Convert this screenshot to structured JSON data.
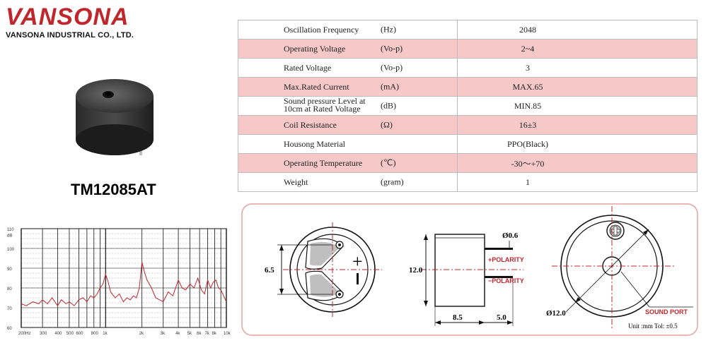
{
  "company": {
    "logo_text": "VANSONA",
    "name": "VANSONA INDUSTRIAL CO., LTD."
  },
  "product": {
    "model": "TM12085AT"
  },
  "specs": [
    {
      "param": "Oscillation Frequency",
      "unit": "(Hz)",
      "value": "2048",
      "highlight": false
    },
    {
      "param": "Operating Voltage",
      "unit": "(Vo-p)",
      "value": "2~4",
      "highlight": true
    },
    {
      "param": "Rated Voltage",
      "unit": "(Vo-p)",
      "value": "3",
      "highlight": false
    },
    {
      "param": "Max.Rated Current",
      "unit": "(mA)",
      "value": "MAX.65",
      "highlight": true
    },
    {
      "param": "Sound pressure Level at 10cm at Rated Voltage",
      "unit": "(dB)",
      "value": "MIN.85",
      "highlight": false
    },
    {
      "param": "Coil Resistance",
      "unit": "(Ω)",
      "value": "16±3",
      "highlight": true
    },
    {
      "param": "Housong Material",
      "unit": "",
      "value": "PPO(Black)",
      "highlight": false
    },
    {
      "param": "Operating Temperature",
      "unit": "(℃)",
      "value": "-30～+70",
      "highlight": true
    },
    {
      "param": "Weight",
      "unit": "(gram)",
      "value": "1",
      "highlight": false
    }
  ],
  "chart_data": {
    "type": "line",
    "x_tick_labels": [
      "200Hz",
      "300",
      "400",
      "500",
      "600",
      "800",
      "1k",
      "2k",
      "3k",
      "4k",
      "5k",
      "6k",
      "7k",
      "8k",
      "10k"
    ],
    "y_tick_labels": [
      "110",
      "dB",
      "100",
      "90",
      "80",
      "70",
      "60"
    ],
    "ylim": [
      60,
      110
    ],
    "series": [
      {
        "color": "#c0272d",
        "x": [
          200,
          220,
          250,
          280,
          300,
          330,
          360,
          400,
          430,
          470,
          500,
          550,
          600,
          650,
          700,
          750,
          800,
          850,
          900,
          950,
          1000,
          1050,
          1100,
          1200,
          1300,
          1400,
          1500,
          1600,
          1700,
          1800,
          1900,
          2000,
          2100,
          2200,
          2400,
          2600,
          2800,
          3000,
          3300,
          3600,
          4000,
          4300,
          4600,
          5000,
          5400,
          5800,
          6200,
          6600,
          7000,
          7400,
          7800,
          8200,
          8600,
          9000,
          9500,
          10000
        ],
        "y": [
          72,
          71,
          73,
          72,
          74,
          72,
          75,
          71,
          74,
          72,
          73,
          71,
          74,
          75,
          73,
          76,
          75,
          77,
          80,
          82,
          87,
          83,
          78,
          75,
          77,
          73,
          75,
          74,
          76,
          75,
          80,
          93,
          88,
          84,
          80,
          75,
          74,
          73,
          78,
          76,
          84,
          80,
          79,
          82,
          80,
          85,
          79,
          77,
          84,
          80,
          83,
          84,
          80,
          79,
          76,
          73
        ]
      }
    ]
  },
  "drawing": {
    "dim_height_left": "6.5",
    "dim_height_side": "12.0",
    "dim_pin_dia": "Ø0.6",
    "polarity_plus": "+POLARITY",
    "polarity_minus": "−POLARITY",
    "dim_body": "8.5",
    "dim_pin": "5.0",
    "dim_dia": "Ø12.0",
    "sound_port": "SOUND PORT",
    "units_note": "Unit :mm  Tol: ±0.5",
    "plus_sign": "+",
    "minus_sign": "−"
  }
}
